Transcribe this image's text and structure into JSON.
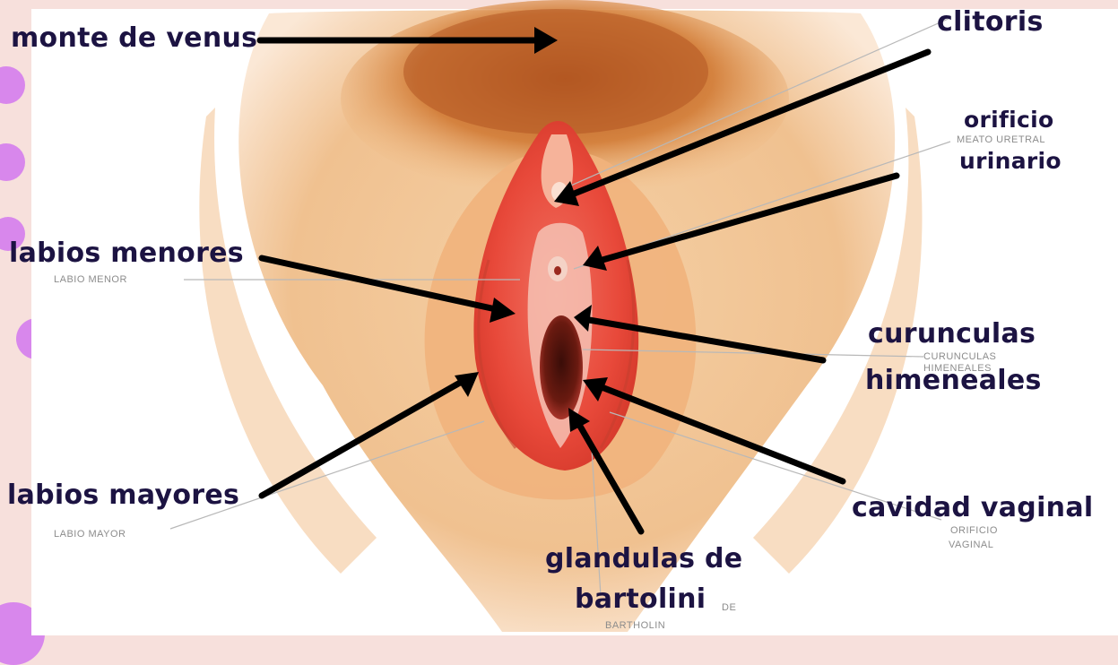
{
  "colors": {
    "background": "#f7e0dc",
    "accent_circles": "#d887ec",
    "label_text": "#1c1342",
    "arrow": "#000000",
    "skin": "#f3c99a",
    "hair": "#c26a2e",
    "tissue": "#e8493a",
    "reference_text": "#8c8c8c"
  },
  "labels": {
    "monte_de_venus": "monte de venus",
    "clitoris": "clitoris",
    "orificio_urinario_1": "orificio",
    "orificio_urinario_2": "urinario",
    "labios_menores": "labios menores",
    "curunculas_1": "curunculas",
    "curunculas_2": "himeneales",
    "labios_mayores": "labios mayores",
    "cavidad_vaginal": "cavidad vaginal",
    "glandulas_1": "glandulas de",
    "glandulas_2": "bartolini"
  },
  "reference_labels": {
    "meato_1": "MEATO URETRAL",
    "labio_menor": "LABIO MENOR",
    "curunculas_1": "CURUNCULAS",
    "curunculas_2": "HIMENEALES",
    "labio_mayor": "LABIO MAYOR",
    "orificio_1": "ORIFICIO",
    "orificio_2": "VAGINAL",
    "glandulas_1": "DE",
    "glandulas_2": "BARTHOLIN"
  }
}
